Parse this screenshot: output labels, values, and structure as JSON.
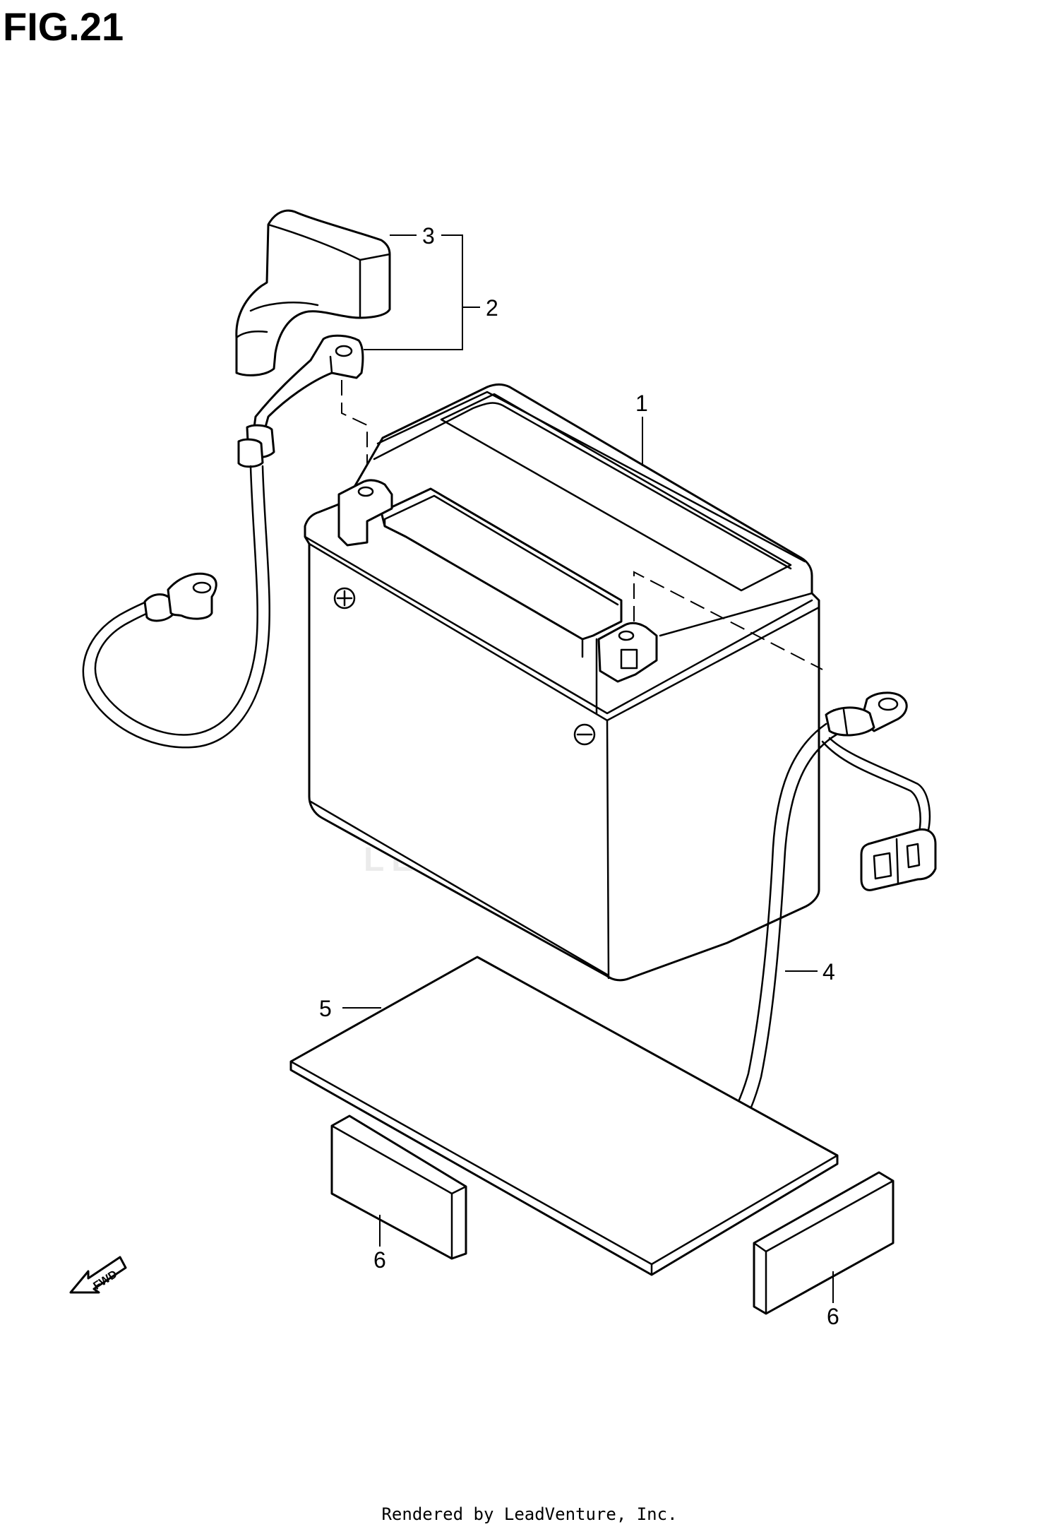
{
  "figure": {
    "title": "FIG.21"
  },
  "callouts": {
    "battery": "1",
    "cable_assembly": "2",
    "terminal_cover": "3",
    "negative_cable": "4",
    "battery_pad": "5",
    "cushion_left": "6",
    "cushion_right": "6"
  },
  "direction_arrow": {
    "label": "FWD",
    "icon": "fwd-arrow-icon"
  },
  "watermark": {
    "text": "LEADVENTURE",
    "icon": "leadventure-logo-icon"
  },
  "footer": {
    "text": "Rendered by LeadVenture, Inc."
  },
  "colors": {
    "line": "#000000",
    "background": "#ffffff",
    "watermark": "#8a8a8a"
  }
}
